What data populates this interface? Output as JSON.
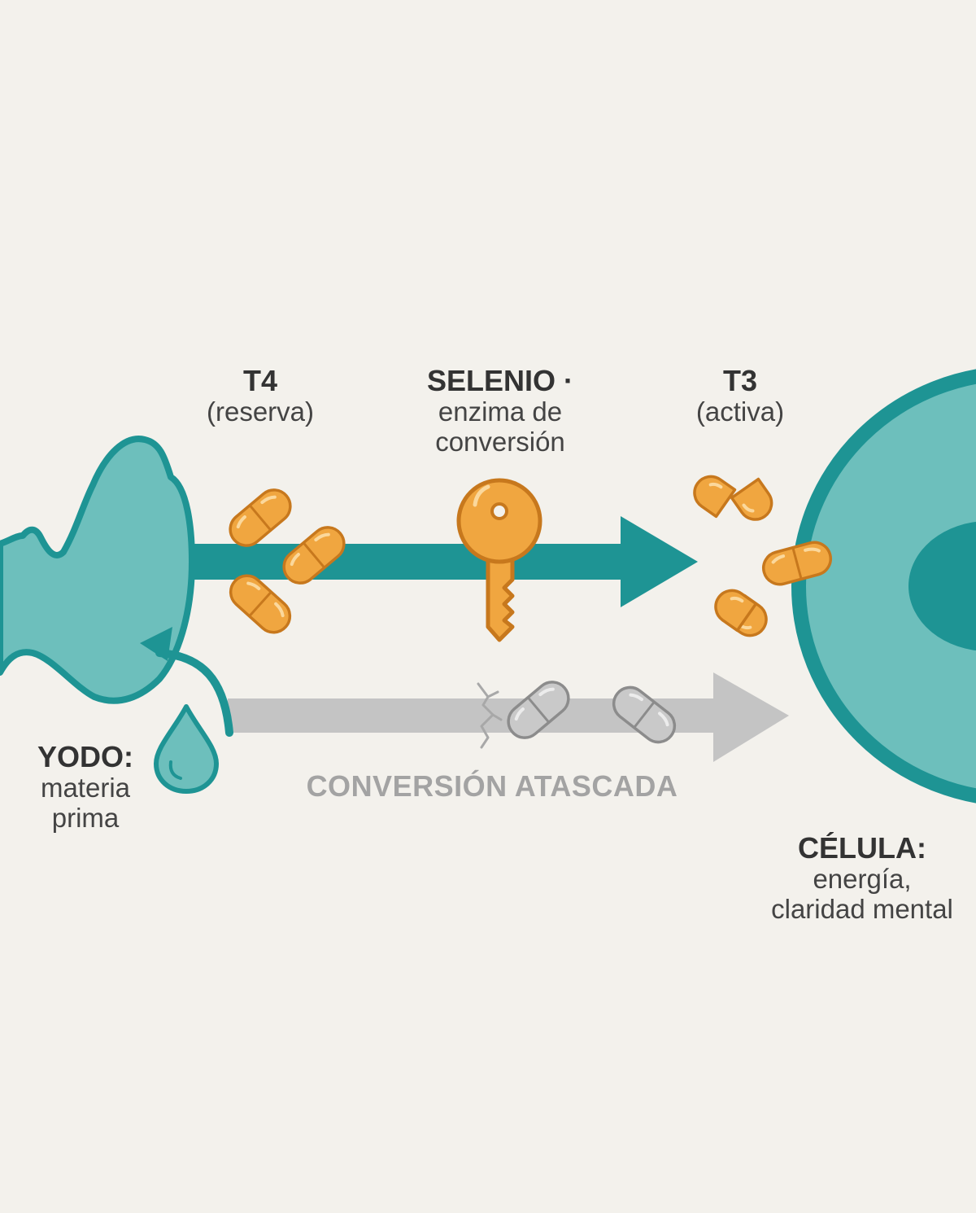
{
  "labels": {
    "t4_title": "T4",
    "t4_sub": "(reserva)",
    "selenio_title": "SELENIO ·",
    "selenio_sub1": "enzima de",
    "selenio_sub2": "conversión",
    "t3_title": "T3",
    "t3_sub": "(activa)",
    "yodo_title": "YODO:",
    "yodo_sub1": "materia",
    "yodo_sub2": "prima",
    "celula_title": "CÉLULA:",
    "celula_sub1": "energía,",
    "celula_sub2": "claridad mental",
    "stuck": "CONVERSIÓN ATASCADA"
  },
  "colors": {
    "background": "#f3f1ec",
    "teal": "#1e9494",
    "teal_light": "#6dbfbc",
    "orange": "#f0a640",
    "orange_stroke": "#c7781d",
    "gray": "#c4c4c4",
    "gray_stroke": "#8c8c8c"
  },
  "icons": [
    "thyroid-gland-icon",
    "water-drop-icon",
    "capsule-icon",
    "key-icon",
    "cell-icon",
    "broken-capsule-icon",
    "crack-icon"
  ]
}
